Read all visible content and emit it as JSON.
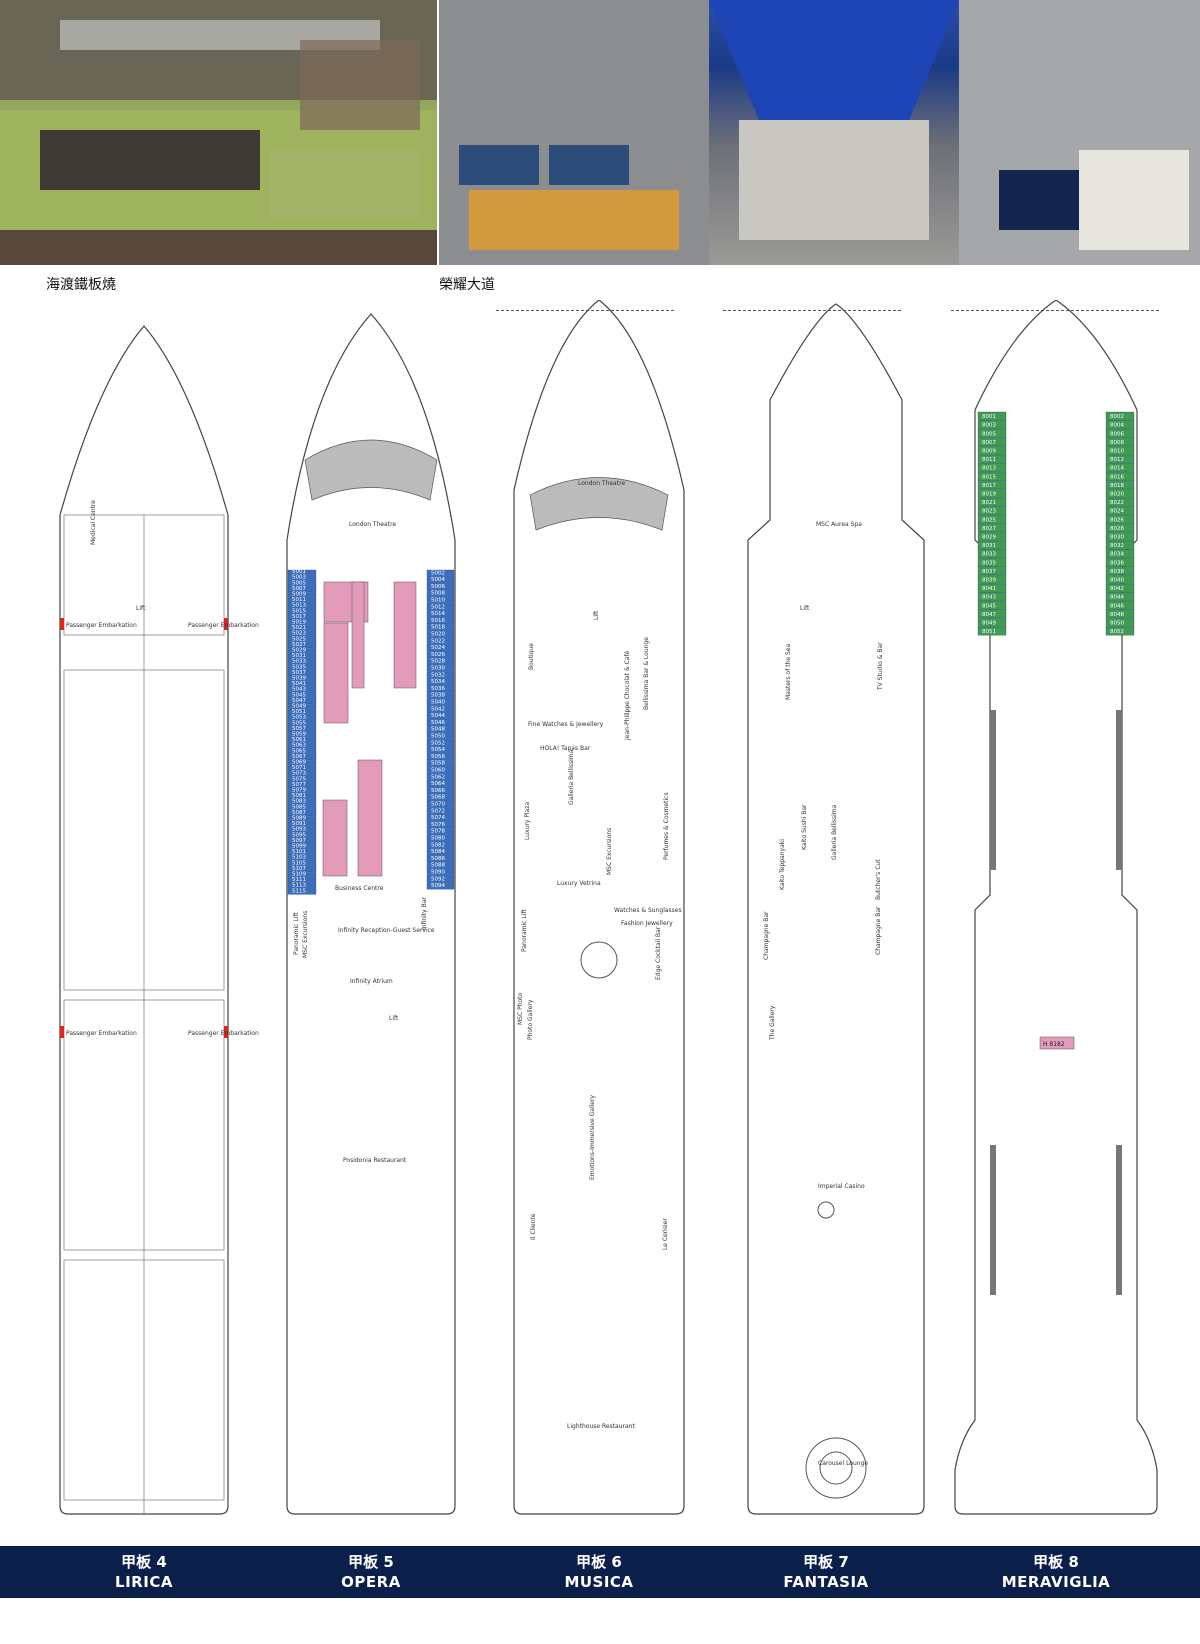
{
  "photos": [
    {
      "caption": "海渡鐵板燒"
    },
    {
      "caption": "榮耀大道"
    }
  ],
  "decks": [
    {
      "number": "甲板 4",
      "name": "LIRICA",
      "labels": [
        "Medical Centre",
        "Passenger Embarkation",
        "Passenger Embarkation",
        "Lift",
        "Passenger Embarkation",
        "Passenger Embarkation"
      ]
    },
    {
      "number": "甲板 5",
      "name": "OPERA",
      "labels": [
        "London Theatre",
        "Lift",
        "Business Centre",
        "MSC Excursions",
        "Panoramic Lift",
        "Infinity Reception-Guest Service",
        "Infinity Bar",
        "Infinity Atrium",
        "Lift",
        "Posidonia Restaurant"
      ]
    },
    {
      "number": "甲板 6",
      "name": "MUSICA",
      "labels": [
        "London Theatre",
        "Lift",
        "Boutique",
        "Bellissima Bar & Lounge",
        "Fine Watches & Jewellery",
        "Jean-Philippe Chocolat & Café",
        "HOLA! Tapas Bar",
        "Galleria Bellissima",
        "Luxury Plaza",
        "MSC Excursions",
        "Perfumes & Cosmetics",
        "Luxury Vetrina",
        "Watches & Sunglasses",
        "Fashion Jewellery",
        "Panoramic Lift",
        "Edge Cocktail Bar",
        "MSC Photo",
        "Photo Gallery",
        "Emotions-Immersive Gallery",
        "Il Cliente",
        "Le Cerisier",
        "Lighthouse Restaurant"
      ]
    },
    {
      "number": "甲板 7",
      "name": "FANTASIA",
      "labels": [
        "MSC Aurea Spa",
        "Lift",
        "Masters of the Sea",
        "TV Studio & Bar",
        "Kaito Sushi Bar",
        "Kaito Teppanyaki",
        "Galleria Bellissima",
        "Butcher's Cut",
        "Champagne Bar",
        "Champagne Bar",
        "The Gallery",
        "Imperial Casino",
        "Carousel Lounge"
      ]
    },
    {
      "number": "甲板 8",
      "name": "MERAVIGLIA",
      "labels": []
    }
  ],
  "deck5_cabins": {
    "outer_left": [
      "5001",
      "5003",
      "5005",
      "5007",
      "5009",
      "5011",
      "5013",
      "5015",
      "5017",
      "5019",
      "5021",
      "5023",
      "5025",
      "5027",
      "5029",
      "5031",
      "5033",
      "5035",
      "5037",
      "5039",
      "5041",
      "5043",
      "5045",
      "5047",
      "5049",
      "5051",
      "5053",
      "5055",
      "5057",
      "5059",
      "5061",
      "5063",
      "5065",
      "5067",
      "5069",
      "5071",
      "5073",
      "5075",
      "5077",
      "5079",
      "5081",
      "5083",
      "5085",
      "5087",
      "5089",
      "5091",
      "5093",
      "5095",
      "5097",
      "5099",
      "5101",
      "5103",
      "5105",
      "5107",
      "5109",
      "5111",
      "5113",
      "5115"
    ],
    "outer_right": [
      "5002",
      "5004",
      "5006",
      "5008",
      "5010",
      "5012",
      "5014",
      "5016",
      "5018",
      "5020",
      "5022",
      "5024",
      "5026",
      "5028",
      "5030",
      "5032",
      "5034",
      "5036",
      "5038",
      "5040",
      "5042",
      "5044",
      "5046",
      "5048",
      "5050",
      "5052",
      "5054",
      "5056",
      "5058",
      "5060",
      "5062",
      "5064",
      "5066",
      "5068",
      "5070",
      "5072",
      "5074",
      "5076",
      "5078",
      "5080",
      "5082",
      "5084",
      "5086",
      "5088",
      "5090",
      "5092",
      "5094"
    ]
  },
  "deck8_cabins": {
    "col1": [
      "8001",
      "8003",
      "8005",
      "8007",
      "8009",
      "8011",
      "8013",
      "8015",
      "8017",
      "8019",
      "8021",
      "8023",
      "8025",
      "8027",
      "8029",
      "8031",
      "8033",
      "8035",
      "8037",
      "8039",
      "8041",
      "8043",
      "8045",
      "8047",
      "8049",
      "8051"
    ],
    "col2": [
      "8002",
      "8004",
      "8006",
      "8008",
      "8010",
      "8012",
      "8014",
      "8016",
      "8018",
      "8020",
      "8022",
      "8024",
      "8026",
      "8028",
      "8030",
      "8032",
      "8034",
      "8036",
      "8038",
      "8040",
      "8042",
      "8044",
      "8046",
      "8048",
      "8050",
      "8052"
    ],
    "center_tag": "H 8182"
  },
  "colors": {
    "footer": "#0b1f4b",
    "cabin_blue": "#3a6fc0",
    "cabin_pink": "#e39bb9",
    "cabin_green": "#3f9a52",
    "hull_line": "#444444"
  }
}
